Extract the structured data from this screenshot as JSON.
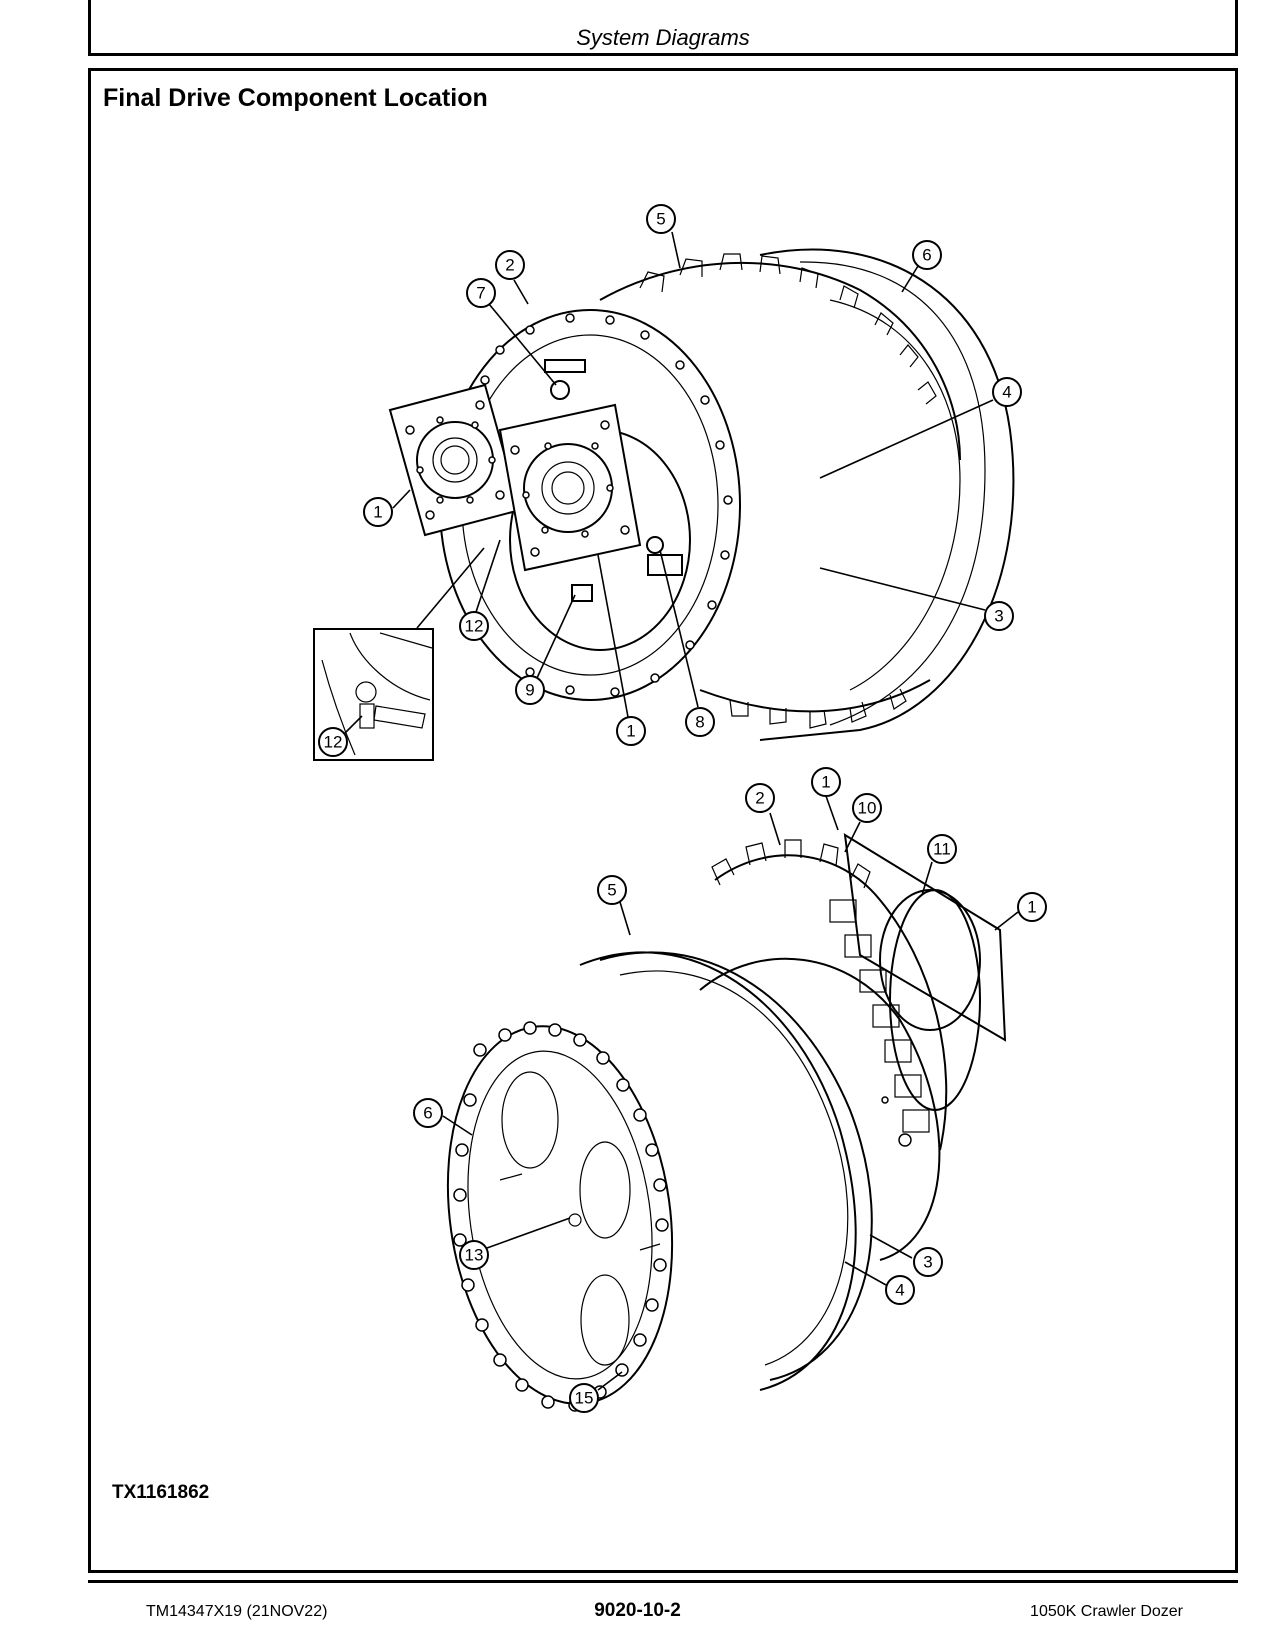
{
  "header": {
    "section_title": "System Diagrams"
  },
  "page": {
    "title": "Final Drive Component Location",
    "figure_id": "TX1161862"
  },
  "footer": {
    "doc_id": "TM14347X19 (21NOV22)",
    "page_number": "9020-10-2",
    "machine": "1050K Crawler Dozer"
  },
  "callouts": {
    "upper": [
      "5",
      "6",
      "2",
      "7",
      "4",
      "1",
      "3",
      "12",
      "9",
      "1",
      "8",
      "12"
    ],
    "lower": [
      "1",
      "2",
      "10",
      "11",
      "1",
      "5",
      "6",
      "13",
      "3",
      "4",
      "15"
    ]
  }
}
